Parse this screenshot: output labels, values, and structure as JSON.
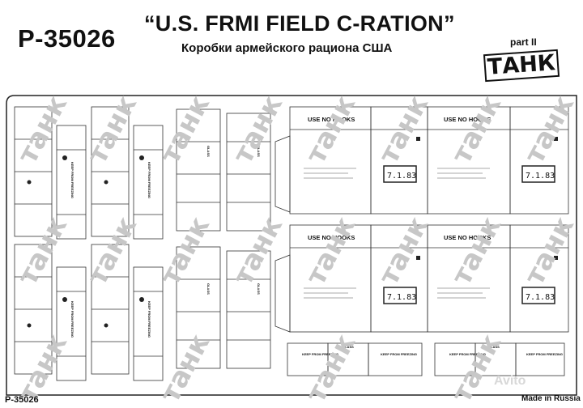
{
  "header": {
    "code": "P-35026",
    "title": "“U.S. FRMI FIELD C-RATION”",
    "subtitle": "Коробки армейского рациона США",
    "part": "part II"
  },
  "logo": {
    "text": "ТАНК"
  },
  "watermark": {
    "text": "танк"
  },
  "box_labels": {
    "use_no_hooks": "USE NO HOOKS",
    "date_code": "7.1.83",
    "keep_from_freezing": "KEEP FROM FREEZING",
    "glass": "GLASS"
  },
  "footer": {
    "left_code": "P-35026",
    "made_in": "Made in Russia",
    "avito": "Avito"
  }
}
